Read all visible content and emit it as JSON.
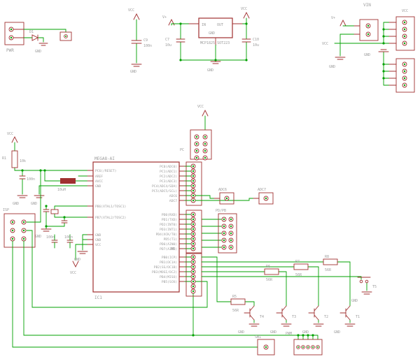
{
  "colors": {
    "wire_green": "#00a000",
    "symbol_red": "#a03030",
    "label_gray": "#9c9c9c",
    "background": "#ffffff"
  },
  "net_labels": {
    "gnd": "GND",
    "vcc": "VCC",
    "vplus": "V+",
    "vin": "VIN"
  },
  "power_input": {
    "name": "PWR",
    "diode": "D1"
  },
  "cap_c9": {
    "name": "C9",
    "value": "100n"
  },
  "regulator": {
    "pin_in": "IN",
    "pin_out": "OUT",
    "pin_gnd": "GND",
    "part": "MCP1825_SOT223",
    "cin_name": "C7",
    "cin_value": "10u",
    "cout_name": "C10",
    "cout_value": "10u"
  },
  "reset_circuit": {
    "r_name": "R1",
    "r_value": "10k",
    "c_value": "100n"
  },
  "avcc_filter": {
    "l_value": "10uH"
  },
  "decoupling": {
    "c1_value": "100n",
    "c2_value": "100n"
  },
  "isp": {
    "label": "ISP"
  },
  "ic1": {
    "name": "MEGA8-AI",
    "ref": "IC1",
    "left_pins": [
      "PC6(/RESET)",
      "AREF",
      "AVCC",
      "GND",
      "PB6(XTAL1/TOSC1)",
      "PB7(XTAL2/TOSC2)",
      "GND",
      "GND",
      "VCC"
    ],
    "right_pins": [
      "PC0(ADC0)",
      "PC1(ADC1)",
      "PC2(ADC2)",
      "PC3(ADC3)",
      "PC4(ADC4/SDA)",
      "PC5(ADC5/SCL)",
      "ADC6",
      "ADC7",
      "PD0(RXD)",
      "PD1(TXD)",
      "PD2(INT0)",
      "PD3(INT1)",
      "PD4(XCK/T0)",
      "PD5(T1)",
      "PD6(AIN0)",
      "PD7(AIN1)",
      "PB0(ICP)",
      "PB1(OC1A)",
      "PB2(SS/OC1B)",
      "PB3(MOSI/OC2)",
      "PB4(MISO)",
      "PB5(SCK)"
    ]
  },
  "port_headers": {
    "pc": "PC",
    "adc6": "ADC6",
    "adc7": "ADC7",
    "pdpb": "PD/PB",
    "pb": "PB",
    "pwm": "PWM"
  },
  "drivers": {
    "r5_name": "R5",
    "r5_value": "56R",
    "r6_name": "R6",
    "r6_value": "56R",
    "r7_name": "R7",
    "r7_value": "56R",
    "r8_name": "R8",
    "r8_value": "56R",
    "t1": "T1",
    "t2": "T2",
    "t3": "T3",
    "t4": "T4",
    "t5": "T5"
  },
  "switch": {
    "name": "SW1"
  }
}
